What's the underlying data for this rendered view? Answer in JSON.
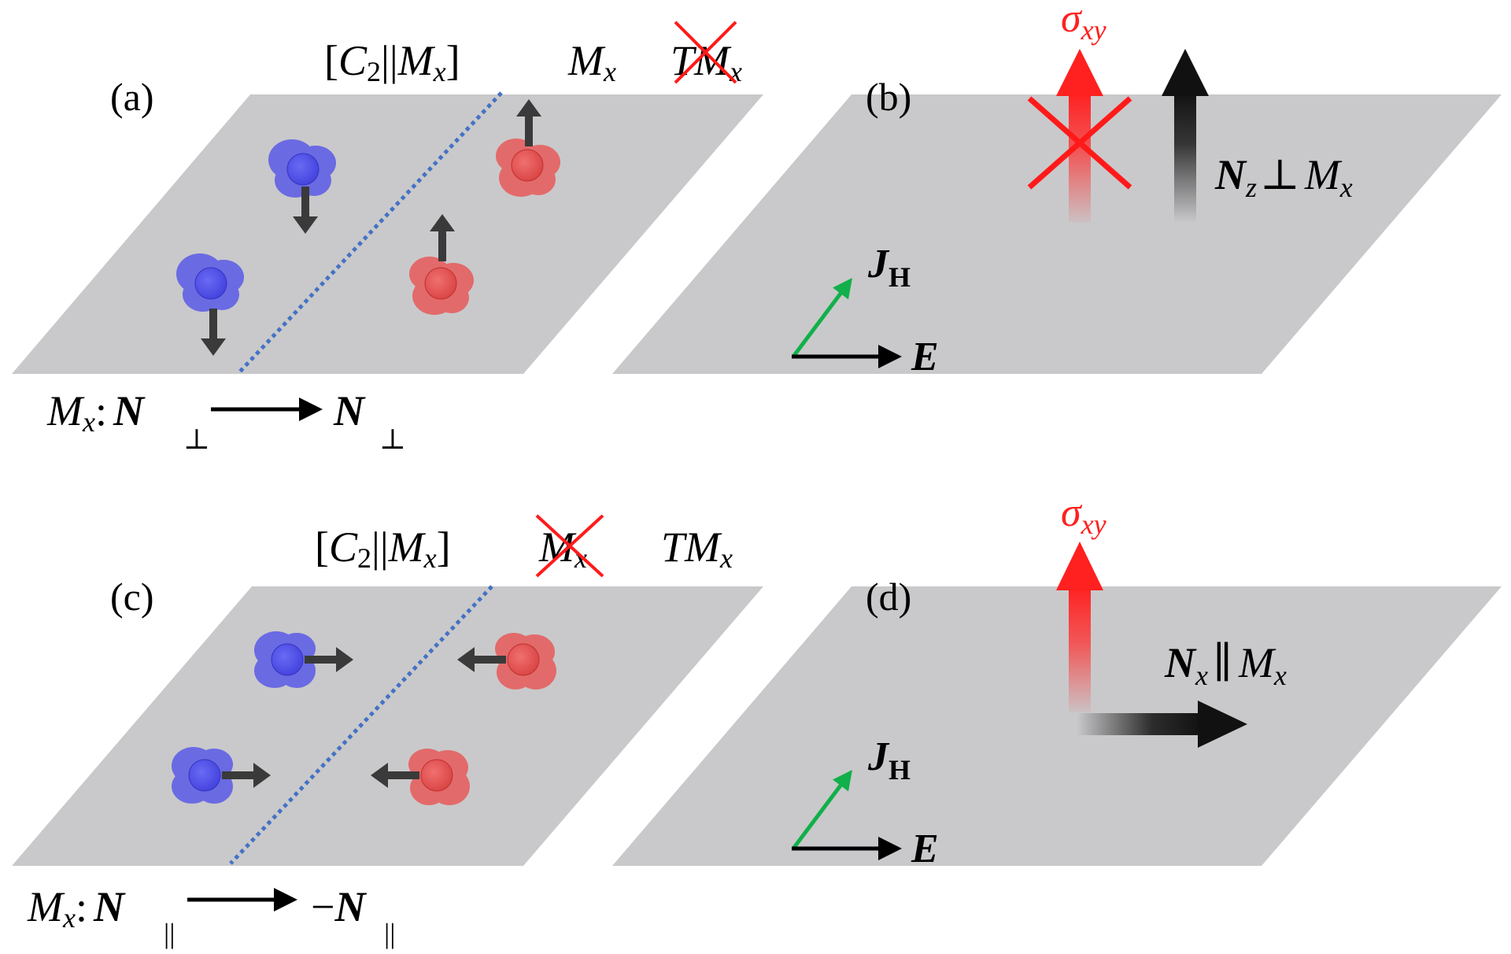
{
  "panels": {
    "a": {
      "label": "(a)",
      "symmetry": {
        "spin_group": {
          "lbrack": "[",
          "c": "C",
          "c_sub": "2",
          "bars": "||",
          "m": "M",
          "m_sub": "x",
          "rbrack": "]"
        },
        "mirror": {
          "m": "M",
          "m_sub": "x"
        },
        "tmirror": {
          "t": "T",
          "m": "M",
          "m_sub": "x",
          "crossed": true
        }
      },
      "relation": {
        "lhs_m": "M",
        "lhs_sub": "x",
        "colon": ":",
        "from_n": "N",
        "from_sub": "⊥",
        "to_sign": "",
        "to_n": "N",
        "to_sub": "⊥"
      }
    },
    "b": {
      "label": "(b)",
      "sigma": {
        "sym": "σ",
        "sub": "xy",
        "crossed": true
      },
      "neel_label": {
        "n": "N",
        "n_sub": "z",
        "rel": "⊥",
        "m": "M",
        "m_sub": "x"
      },
      "current": {
        "j": "J",
        "j_sub": "H"
      },
      "field": {
        "e": "E"
      }
    },
    "c": {
      "label": "(c)",
      "symmetry": {
        "spin_group": {
          "lbrack": "[",
          "c": "C",
          "c_sub": "2",
          "bars": "||",
          "m": "M",
          "m_sub": "x",
          "rbrack": "]"
        },
        "mirror": {
          "m": "M",
          "m_sub": "x",
          "crossed": true
        },
        "tmirror": {
          "t": "T",
          "m": "M",
          "m_sub": "x"
        }
      },
      "relation": {
        "lhs_m": "M",
        "lhs_sub": "x",
        "colon": ":",
        "from_n": "N",
        "from_sub": "||",
        "to_sign": "−",
        "to_n": "N",
        "to_sub": "||"
      }
    },
    "d": {
      "label": "(d)",
      "sigma": {
        "sym": "σ",
        "sub": "xy",
        "crossed": false
      },
      "neel_label": {
        "n": "N",
        "n_sub": "x",
        "rel": "∥",
        "m": "M",
        "m_sub": "x"
      },
      "current": {
        "j": "J",
        "j_sub": "H"
      },
      "field": {
        "e": "E"
      }
    }
  },
  "colors": {
    "plane": "#c9c9cb",
    "spin_up_atom": "#e85a5a",
    "spin_down_atom": "#5a5ae8",
    "mirror_line": "#4472c4",
    "cross": "#ff1a1a",
    "sigma_text": "#ff2020",
    "current_arrow": "#11b04a",
    "text": "#000000"
  }
}
